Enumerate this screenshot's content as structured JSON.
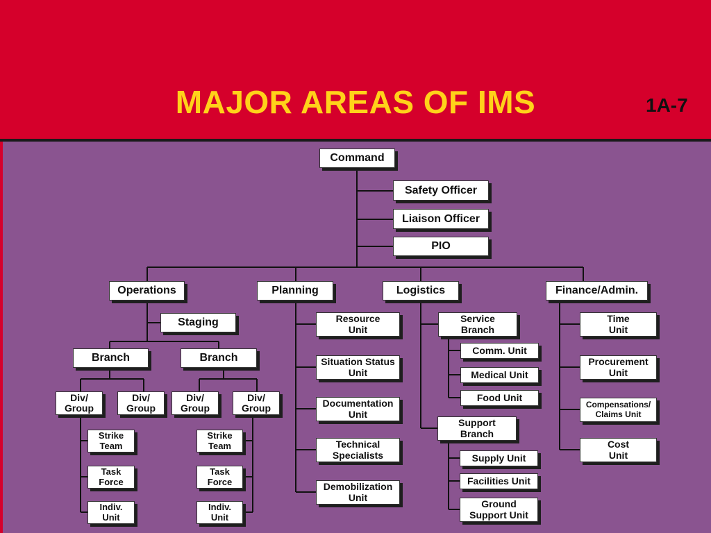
{
  "title": "MAJOR AREAS OF IMS",
  "slide_number": "1A-7",
  "colors": {
    "header": "#d5002b",
    "title": "#ffd21a",
    "background": "#8a5490",
    "box": "#ffffff",
    "line": "#111111"
  },
  "nodes": {
    "command": "Command",
    "safety_officer": "Safety Officer",
    "liaison_officer": "Liaison Officer",
    "pio": "PIO",
    "operations": "Operations",
    "planning": "Planning",
    "logistics": "Logistics",
    "finance": "Finance/Admin.",
    "staging": "Staging",
    "branch_1": "Branch",
    "branch_2": "Branch",
    "div_group_1": "Div/\nGroup",
    "div_group_2": "Div/\nGroup",
    "div_group_3": "Div/\nGroup",
    "div_group_4": "Div/\nGroup",
    "strike_team_1": "Strike\nTeam",
    "task_force_1": "Task\nForce",
    "indiv_unit_1": "Indiv.\nUnit",
    "strike_team_2": "Strike\nTeam",
    "task_force_2": "Task\nForce",
    "indiv_unit_2": "Indiv.\nUnit",
    "resource_unit": "Resource\nUnit",
    "situation_status_unit": "Situation Status\nUnit",
    "documentation_unit": "Documentation\nUnit",
    "technical_specialists": "Technical\nSpecialists",
    "demobilization_unit": "Demobilization\nUnit",
    "service_branch": "Service\nBranch",
    "comm_unit": "Comm. Unit",
    "medical_unit": "Medical Unit",
    "food_unit": "Food Unit",
    "support_branch": "Support\nBranch",
    "supply_unit": "Supply Unit",
    "facilities_unit": "Facilities Unit",
    "ground_support_unit": "Ground\nSupport Unit",
    "time_unit": "Time\nUnit",
    "procurement_unit": "Procurement\nUnit",
    "compensations_claims_unit": "Compensations/\nClaims Unit",
    "cost_unit": "Cost\nUnit"
  }
}
